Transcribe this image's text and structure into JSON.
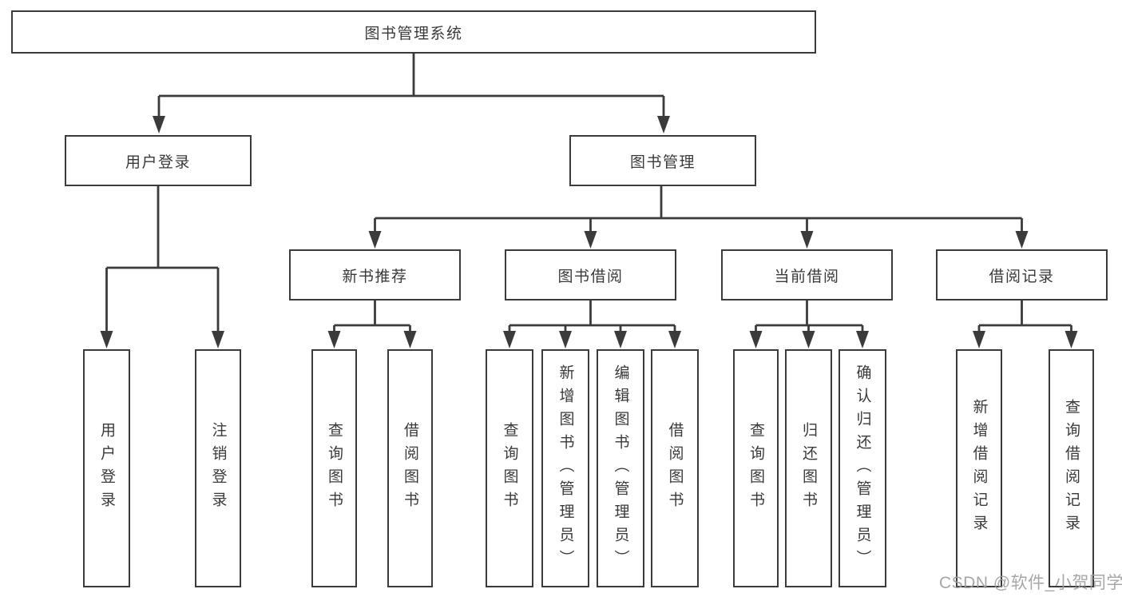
{
  "nodes": {
    "root": {
      "label": "图书管理系统"
    },
    "login": {
      "label": "用户登录"
    },
    "management": {
      "label": "图书管理"
    },
    "new_books": {
      "label": "新书推荐"
    },
    "borrowing": {
      "label": "图书借阅"
    },
    "current": {
      "label": "当前借阅"
    },
    "records": {
      "label": "借阅记录"
    }
  },
  "leaves": {
    "login": [
      {
        "label": "用户登录"
      },
      {
        "label": "注销登录"
      }
    ],
    "new_books": [
      {
        "label": "查询图书"
      },
      {
        "label": "借阅图书"
      }
    ],
    "borrowing": [
      {
        "label": "查询图书"
      },
      {
        "label": "新增图书（管理员）"
      },
      {
        "label": "编辑图书（管理员）"
      },
      {
        "label": "借阅图书"
      }
    ],
    "current": [
      {
        "label": "查询图书"
      },
      {
        "label": "归还图书"
      },
      {
        "label": "确认归还（管理员）"
      }
    ],
    "records": [
      {
        "label": "新增借阅记录"
      },
      {
        "label": "查询借阅记录"
      }
    ]
  },
  "watermark": "CSDN @软件_小贺同学",
  "colors": {
    "line": "#3b3b3b",
    "box_border": "#3b3b3b",
    "text": "#3a3a3a",
    "watermark": "#9e9e9e",
    "background": "#ffffff"
  }
}
